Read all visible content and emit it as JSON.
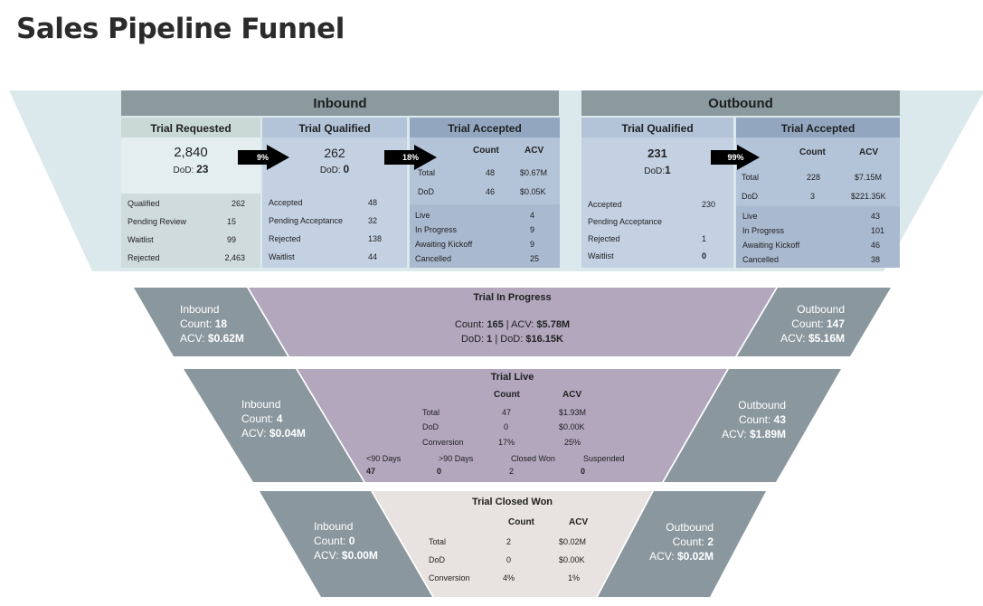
{
  "page_title": "Sales Pipeline Funnel",
  "colors": {
    "bg_funnel": "#dbe9ec",
    "header_gray": "#8a9a9f",
    "gray_green_head": "#c9d9d6",
    "gray_green_body": "#cfdcdb",
    "light_box": "#e4eeee",
    "blue_head": "#b3c3d8",
    "blue_body": "#c4d1e3",
    "dark_blue_head": "#92a6c0",
    "dark_blue_body": "#a9b9cf",
    "side_gray": "#8a979e",
    "purple": "#b2a7bd",
    "pink": "#e8e2e0"
  },
  "inbound": {
    "title": "Inbound",
    "trial_requested": {
      "title": "Trial Requested",
      "count": "2,840",
      "dod_label": "DoD: ",
      "dod": "23",
      "rows": [
        {
          "label": "Qualified",
          "value": "262"
        },
        {
          "label": "Pending Review",
          "value": "15"
        },
        {
          "label": "Waitlist",
          "value": "99"
        },
        {
          "label": "Rejected",
          "value": "2,463"
        }
      ]
    },
    "arrow1": "9%",
    "trial_qualified": {
      "title": "Trial Qualified",
      "count": "262",
      "dod_label": "DoD: ",
      "dod": "0",
      "rows": [
        {
          "label": "Accepted",
          "value": "48"
        },
        {
          "label": "Pending Acceptance",
          "value": "32"
        },
        {
          "label": "Rejected",
          "value": "138"
        },
        {
          "label": "Waitlist",
          "value": "44"
        }
      ]
    },
    "arrow2": "18%",
    "trial_accepted": {
      "title": "Trial Accepted",
      "col_count": "Count",
      "col_acv": "ACV",
      "total_label": "Total",
      "total_count": "48",
      "total_acv": "$0.67M",
      "dod_label": "DoD",
      "dod_count": "46",
      "dod_acv": "$0.05K",
      "rows": [
        {
          "label": "Live",
          "value": "4"
        },
        {
          "label": "In Progress",
          "value": "9"
        },
        {
          "label": "Awaiting Kickoff",
          "value": "9"
        },
        {
          "label": "Cancelled",
          "value": "25"
        }
      ]
    }
  },
  "outbound": {
    "title": "Outbound",
    "trial_qualified": {
      "title": "Trial Qualified",
      "count": "231",
      "dod_label": "DoD:",
      "dod": "1",
      "rows": [
        {
          "label": "Accepted",
          "value": "230"
        },
        {
          "label": "Pending Acceptance",
          "value": ""
        },
        {
          "label": "Rejected",
          "value": "1"
        },
        {
          "label": "Waitlist",
          "value": "0"
        }
      ]
    },
    "arrow1": "99%",
    "trial_accepted": {
      "title": "Trial Accepted",
      "col_count": "Count",
      "col_acv": "ACV",
      "total_label": "Total",
      "total_count": "228",
      "total_acv": "$7.15M",
      "dod_label": "DoD",
      "dod_count": "3",
      "dod_acv": "$221.35K",
      "rows": [
        {
          "label": "Live",
          "value": "43"
        },
        {
          "label": "In Progress",
          "value": "101"
        },
        {
          "label": "Awaiting Kickoff",
          "value": "46"
        },
        {
          "label": "Cancelled",
          "value": "38"
        }
      ]
    }
  },
  "in_progress": {
    "title": "Trial In Progress",
    "count_label": "Count: ",
    "count": "165",
    "sep": " | ",
    "acv_label": "ACV: ",
    "acv": "$5.78M",
    "dod_label": "DoD: ",
    "dod": "1",
    "dod_acv_label": "DoD: ",
    "dod_acv": "$16.15K",
    "left": {
      "title": "Inbound",
      "count_label": "Count: ",
      "count": "18",
      "acv_label": "ACV: ",
      "acv": "$0.62M"
    },
    "right": {
      "title": "Outbound",
      "count_label": "Count: ",
      "count": "147",
      "acv_label": "ACV: ",
      "acv": "$5.16M"
    }
  },
  "live": {
    "title": "Trial Live",
    "col_count": "Count",
    "col_acv": "ACV",
    "rows": [
      {
        "label": "Total",
        "count": "47",
        "acv": "$1.93M"
      },
      {
        "label": "DoD",
        "count": "0",
        "acv": "$0.00K"
      },
      {
        "label": "Conversion",
        "count": "17%",
        "acv": "25%"
      }
    ],
    "buckets": [
      {
        "label": "<90 Days",
        "value": "47"
      },
      {
        "label": ">90 Days",
        "value": "0"
      },
      {
        "label": "Closed Won",
        "value": "2"
      },
      {
        "label": "Suspended",
        "value": "0"
      }
    ],
    "left": {
      "title": "Inbound",
      "count_label": "Count: ",
      "count": "4",
      "acv_label": "ACV: ",
      "acv": "$0.04M"
    },
    "right": {
      "title": "Outbound",
      "count_label": "Count: ",
      "count": "43",
      "acv_label": "ACV: ",
      "acv": "$1.89M"
    }
  },
  "closed_won": {
    "title": "Trial Closed Won",
    "col_count": "Count",
    "col_acv": "ACV",
    "rows": [
      {
        "label": "Total",
        "count": "2",
        "acv": "$0.02M"
      },
      {
        "label": "DoD",
        "count": "0",
        "acv": "$0.00K"
      },
      {
        "label": "Conversion",
        "count": "4%",
        "acv": "1%"
      }
    ],
    "left": {
      "title": "Inbound",
      "count_label": "Count: ",
      "count": "0",
      "acv_label": "ACV: ",
      "acv": "$0.00M"
    },
    "right": {
      "title": "Outbound",
      "count_label": "Count: ",
      "count": "2",
      "acv_label": "ACV: ",
      "acv": "$0.02M"
    }
  }
}
